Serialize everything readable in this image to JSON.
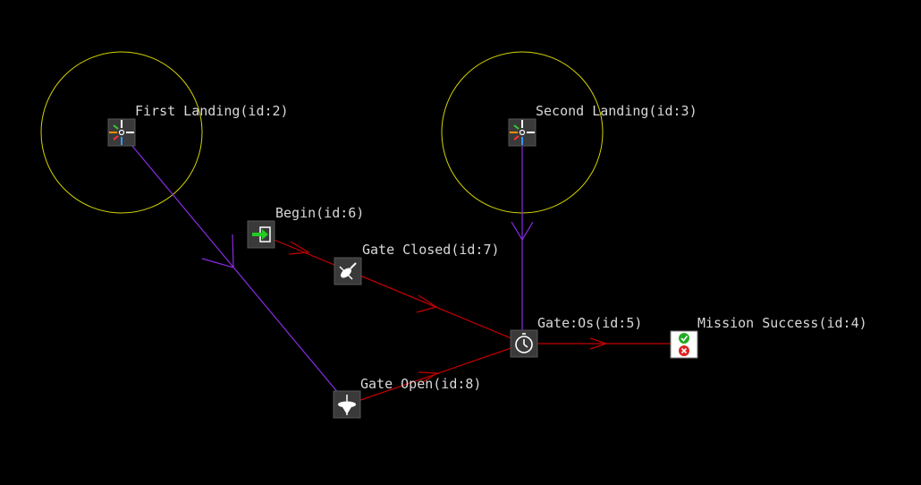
{
  "colors": {
    "background": "#000000",
    "trigger_link": "#8a2be2",
    "flow_link": "#c40000",
    "radius_circle": "#d4d400",
    "label": "#d8d8d8",
    "node_bg": "#3a3a3a"
  },
  "nodes": {
    "first_landing": {
      "label": "First Landing(id:2)",
      "icon": "landing-zone-icon"
    },
    "second_landing": {
      "label": "Second Landing(id:3)",
      "icon": "landing-zone-icon"
    },
    "begin": {
      "label": "Begin(id:6)",
      "icon": "enter-arrow-icon"
    },
    "gate_closed": {
      "label": "Gate Closed(id:7)",
      "icon": "spinning-top-off-icon"
    },
    "gate_os": {
      "label": "Gate:Os(id:5)",
      "icon": "stopwatch-icon"
    },
    "mission_success": {
      "label": "Mission Success(id:4)",
      "icon": "success-fail-icon"
    },
    "gate_open": {
      "label": "Gate Open(id:8)",
      "icon": "spinning-top-icon"
    }
  }
}
